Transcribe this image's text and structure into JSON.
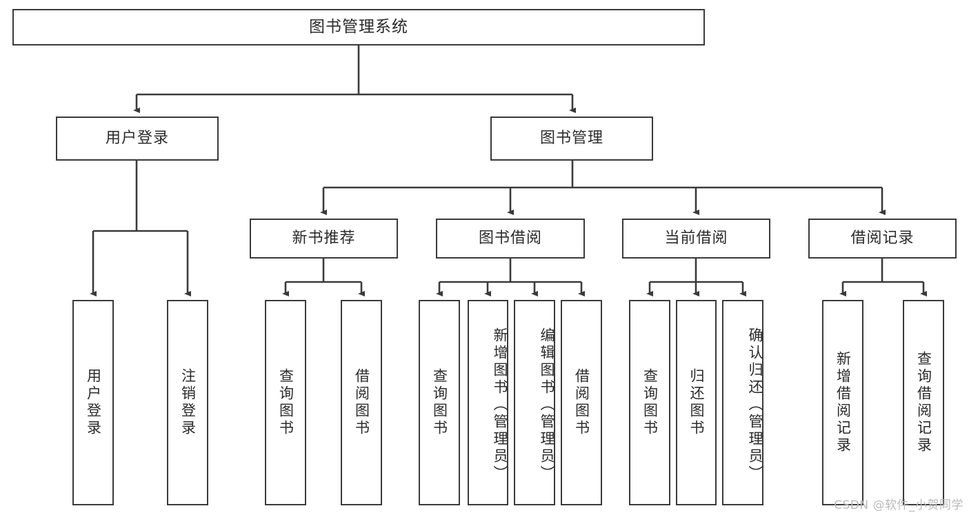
{
  "diagram": {
    "title": "图书管理系统",
    "type": "hierarchy-tree",
    "watermark": "CSDN @软件_小贺同学",
    "colors": {
      "box_border": "#3a3a3a",
      "box_fill": "#ffffff",
      "edge": "#3a3a3a",
      "text": "#2b2b2b",
      "background": "#ffffff",
      "watermark": "#b9b9b9"
    }
  },
  "nodes": {
    "root": {
      "label": "图书管理系统"
    },
    "level2": [
      {
        "label": "用户登录"
      },
      {
        "label": "图书管理"
      }
    ],
    "level3": [
      {
        "label": "新书推荐"
      },
      {
        "label": "图书借阅"
      },
      {
        "label": "当前借阅"
      },
      {
        "label": "借阅记录"
      }
    ],
    "leaves": {
      "user_login": [
        {
          "label": "用户登录"
        },
        {
          "label": "注销登录"
        }
      ],
      "new_book_recommend": [
        {
          "label": "查询图书"
        },
        {
          "label": "借阅图书"
        }
      ],
      "book_borrow": [
        {
          "label": "查询图书"
        },
        {
          "label": "新增图书（管理员）"
        },
        {
          "label": "编辑图书（管理员）"
        },
        {
          "label": "借阅图书"
        }
      ],
      "current_borrow": [
        {
          "label": "查询图书"
        },
        {
          "label": "归还图书"
        },
        {
          "label": "确认归还（管理员）"
        }
      ],
      "borrow_record": [
        {
          "label": "新增借阅记录"
        },
        {
          "label": "查询借阅记录"
        }
      ]
    }
  }
}
